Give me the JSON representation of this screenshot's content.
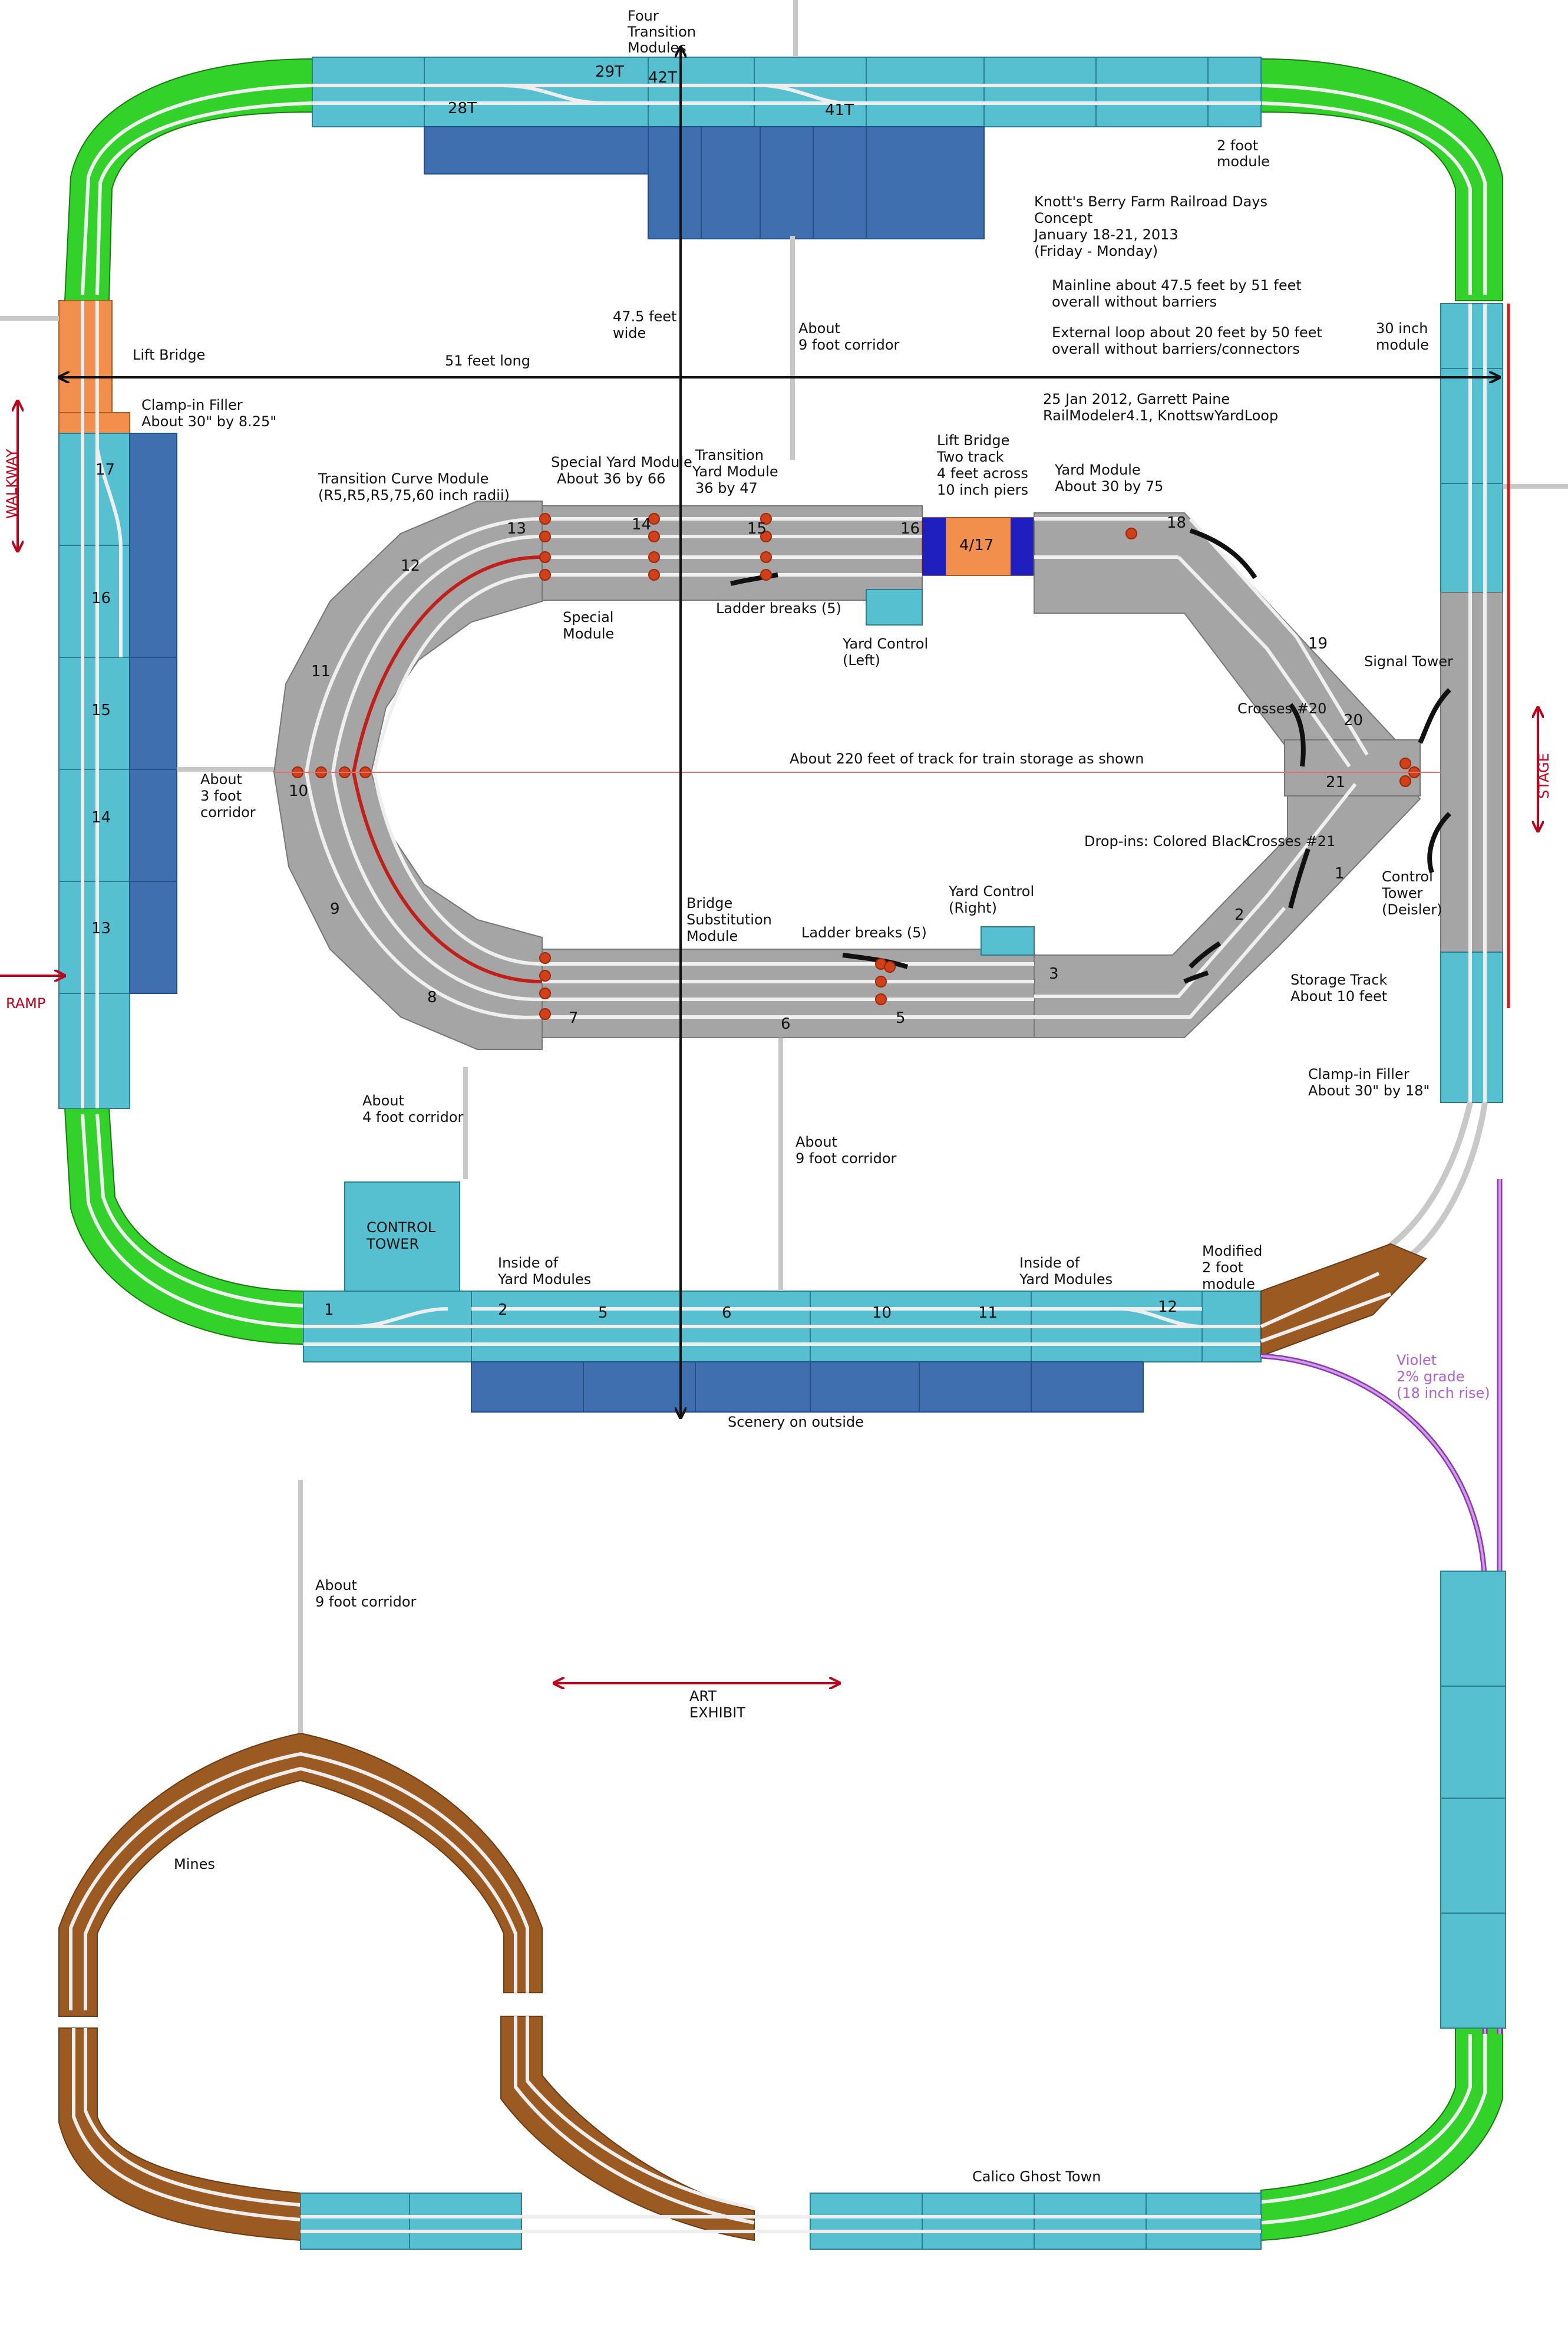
{
  "title_block": {
    "line1": "Knott's Berry Farm Railroad Days",
    "line2": "Concept",
    "line3": "January 18-21, 2013",
    "line4": "(Friday - Monday)",
    "mainline1": "Mainline about 47.5 feet by 51 feet",
    "mainline2": "overall without barriers",
    "external1": "External loop about 20 feet by 50 feet",
    "external2": "overall without barriers/connectors",
    "credit1": "25 Jan 2012, Garrett Paine",
    "credit2": "RailModeler4.1, KnottswYardLoop"
  },
  "dimensions": {
    "width_label": "51 feet long",
    "height_label1": "47.5 feet",
    "height_label2": "wide",
    "storage_label": "About 220 feet of track for train storage as shown"
  },
  "top_section": {
    "transition_label1": "Four",
    "transition_label2": "Transition",
    "transition_label3": "Modules",
    "module_28": "28T",
    "module_29": "29T",
    "module_42": "42T",
    "module_41": "41T",
    "two_foot1": "2 foot",
    "two_foot2": "module",
    "corridor_top1": "About",
    "corridor_top2": "9 foot corridor"
  },
  "left_side": {
    "lift_bridge": "Lift Bridge",
    "clamp_filler1": "Clamp-in Filler",
    "clamp_filler2": "About 30\" by 8.25\"",
    "walkway": "WALKWAY",
    "ramp": "RAMP",
    "modules": [
      "17",
      "16",
      "15",
      "14",
      "13"
    ],
    "corridor3_1": "About",
    "corridor3_2": "3 foot",
    "corridor3_3": "corridor"
  },
  "right_side": {
    "thirty_inch1": "30 inch",
    "thirty_inch2": "module",
    "stage": "STAGE",
    "signal_tower": "Signal Tower",
    "control_tower1": "Control",
    "control_tower2": "Tower",
    "control_tower3": "(Deisler)",
    "clamp_filler1": "Clamp-in Filler",
    "clamp_filler2": "About 30\" by 18\"",
    "violet1": "Violet",
    "violet2": "2% grade",
    "violet3": "(18 inch rise)"
  },
  "yard": {
    "transition_curve1": "Transition Curve Module",
    "transition_curve2": "(R5,R5,R5,75,60 inch radii)",
    "special_yard1": "Special Yard Module",
    "special_yard2": "About 36 by 66",
    "transition_yard1": "Transition",
    "transition_yard2": "Yard Module",
    "transition_yard3": "36 by 47",
    "lift_bridge1": "Lift Bridge",
    "lift_bridge2": "Two track",
    "lift_bridge3": "4 feet across",
    "lift_bridge4": "10 inch piers",
    "yard_module1": "Yard Module",
    "yard_module2": "About 30 by 75",
    "special_module1": "Special",
    "special_module2": "Module",
    "ladder_top": "Ladder breaks (5)",
    "yard_control_left1": "Yard Control",
    "yard_control_left2": "(Left)",
    "crosses20": "Crosses #20",
    "crosses21": "Crosses #21",
    "drop_ins": "Drop-ins: Colored Black",
    "bridge_sub1": "Bridge",
    "bridge_sub2": "Substitution",
    "bridge_sub3": "Module",
    "ladder_bottom": "Ladder breaks (5)",
    "yard_control_right1": "Yard Control",
    "yard_control_right2": "(Right)",
    "storage_track1": "Storage Track",
    "storage_track2": "About 10 feet",
    "numbers": [
      "13",
      "14",
      "15",
      "16",
      "4/17",
      "18",
      "12",
      "11",
      "10",
      "9",
      "8",
      "7",
      "6",
      "5",
      "3",
      "2",
      "1",
      "19",
      "20",
      "21"
    ]
  },
  "bottom_section": {
    "corridor4_1": "About",
    "corridor4_2": "4 foot corridor",
    "corridor9_1": "About",
    "corridor9_2": "9 foot corridor",
    "control_tower1": "CONTROL",
    "control_tower2": "TOWER",
    "inside_left1": "Inside of",
    "inside_left2": "Yard Modules",
    "inside_right1": "Inside of",
    "inside_right2": "Yard Modules",
    "modified1": "Modified",
    "modified2": "2 foot",
    "modified3": "module",
    "scenery": "Scenery on outside",
    "modules": [
      "1",
      "2",
      "5",
      "6",
      "10",
      "11",
      "12"
    ]
  },
  "lower_area": {
    "corridor9_1": "About",
    "corridor9_2": "9 foot corridor",
    "art1": "ART",
    "art2": "EXHIBIT",
    "mines": "Mines",
    "calico": "Calico Ghost Town"
  }
}
